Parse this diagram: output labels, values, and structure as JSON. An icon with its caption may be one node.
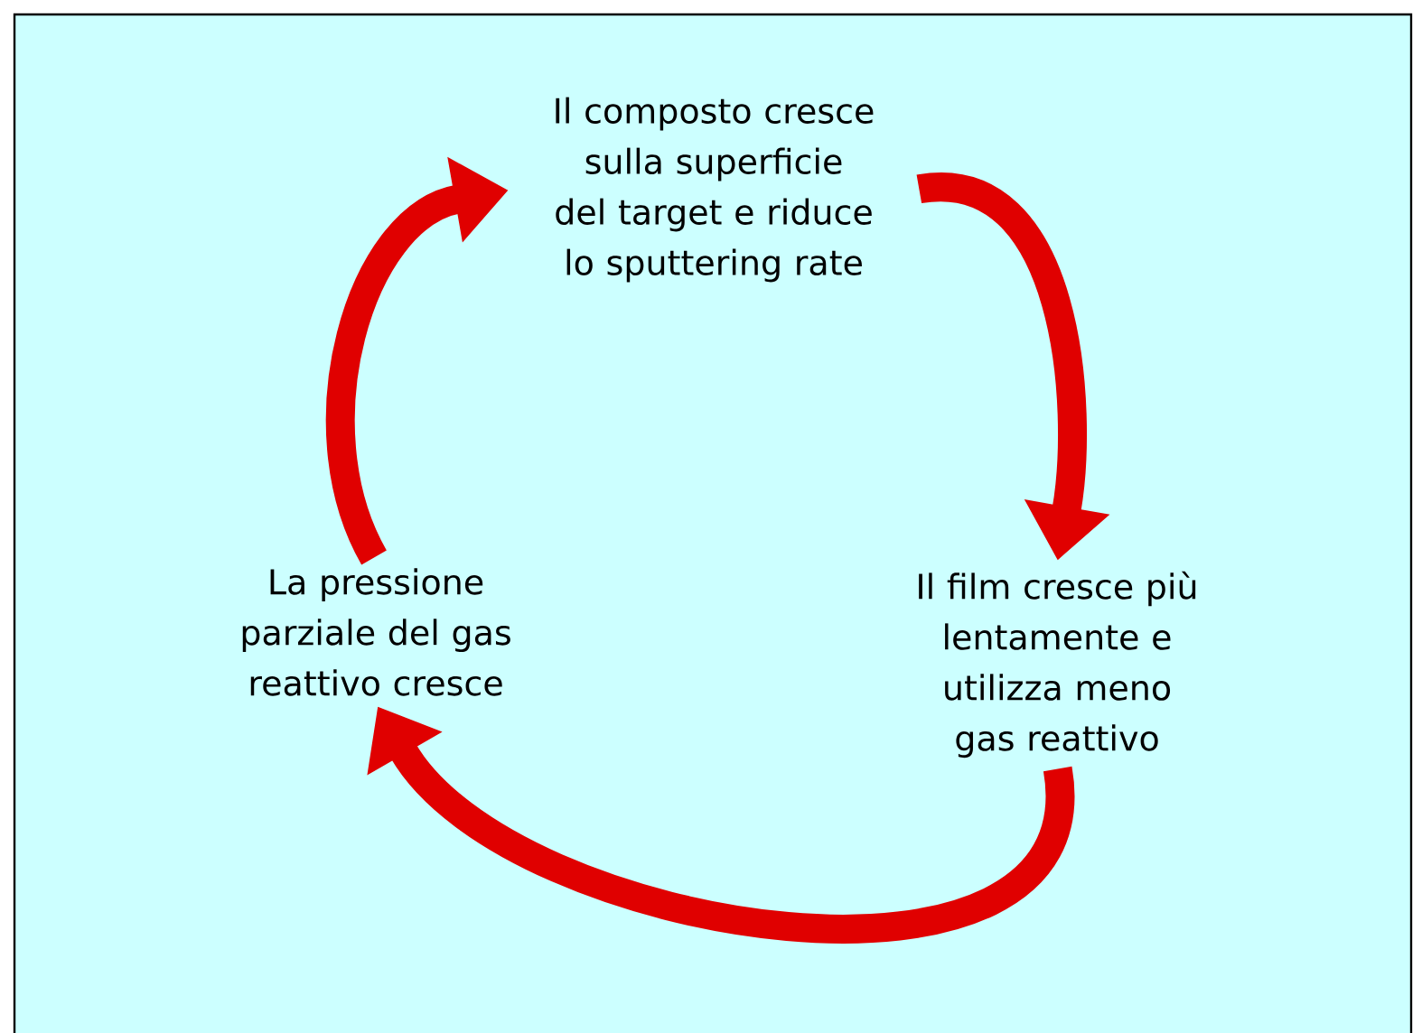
{
  "diagram": {
    "nodes": [
      {
        "text": [
          "Il composto cresce sulla superficie del target e riduce lo sputtering rate"
        ]
      },
      {
        "text": [
          "Il film cresce più lentamente e utilizza meno gas reattivo"
        ]
      },
      {
        "text": [
          "La pressione parziale del gas reattivo cresce"
        ]
      }
    ],
    "edges": [
      {
        "from": 0,
        "to": 1,
        "arrow": "to"
      },
      {
        "from": 1,
        "to": 2,
        "arrow": "to"
      },
      {
        "from": 2,
        "to": 0,
        "arrow": "to"
      }
    ]
  }
}
